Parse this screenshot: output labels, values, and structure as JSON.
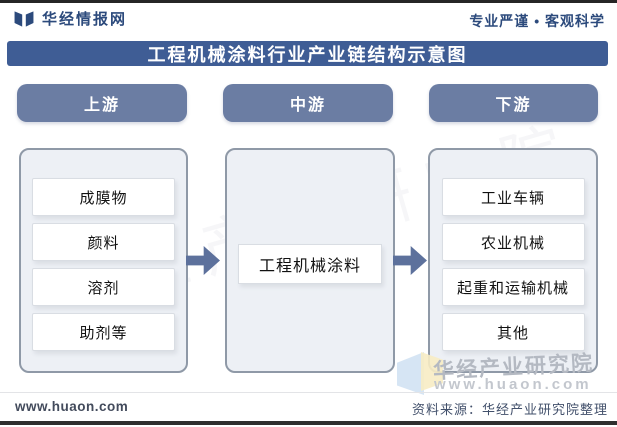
{
  "header": {
    "brand": "华经情报网",
    "tagline": "专业严谨 • 客观科学"
  },
  "title": "工程机械涂料行业产业链结构示意图",
  "stages": [
    {
      "label": "上游",
      "items": [
        "成膜物",
        "颜料",
        "溶剂",
        "助剂等"
      ]
    },
    {
      "label": "中游",
      "items": [
        "工程机械涂料"
      ]
    },
    {
      "label": "下游",
      "items": [
        "工业车辆",
        "农业机械",
        "起重和运输机械",
        "其他"
      ]
    }
  ],
  "footer": {
    "site": "www.huaon.com",
    "source": "资料来源：华经产业研究院整理"
  },
  "watermark": {
    "line1": "华经产业研究院",
    "line2": "www.huaon.com"
  },
  "icons": {
    "brand_logo": "open-book-icon",
    "arrows": "right-block-arrow-icon"
  },
  "colors": {
    "title_bar": "#3f5d95",
    "stage_pill": "#6b7da3",
    "panel_fill": "#edf0f5",
    "panel_border": "#8f99a7",
    "arrow": "#5d719c",
    "frame_line": "#2e2e2e"
  }
}
